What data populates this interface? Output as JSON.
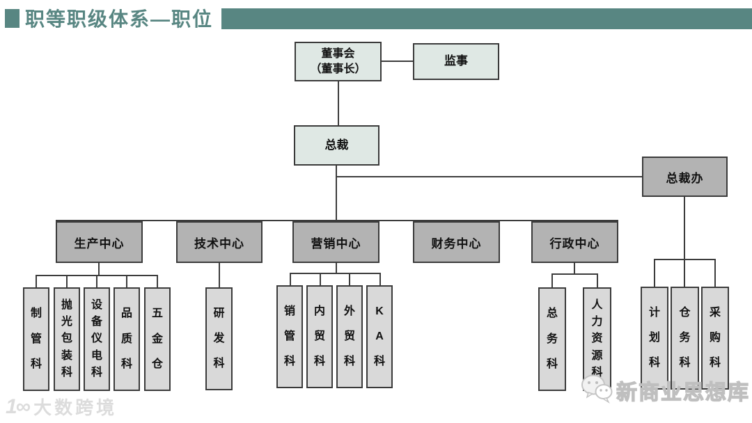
{
  "title": {
    "text": "职等职级体系—职位"
  },
  "colors": {
    "accent": "#588682",
    "tier1_fill": "#dfe8e4",
    "center_fill": "#b3b3b3",
    "dept_fill": "#d9d9d9",
    "line": "#3c3c3c"
  },
  "org": {
    "board": {
      "label": "董事会\n（董事长）"
    },
    "supervisor": {
      "label": "监事"
    },
    "president": {
      "label": "总裁"
    },
    "president_office": {
      "label": "总裁办"
    },
    "centers": {
      "production": "生产中心",
      "technology": "技术中心",
      "marketing": "营销中心",
      "finance": "财务中心",
      "admin": "行政中心"
    },
    "production_depts": [
      "制管科",
      "抛光包装科",
      "设备仪电科",
      "品质科",
      "五金仓"
    ],
    "technology_depts": [
      "研发科"
    ],
    "marketing_depts": [
      "销管科",
      "内贸科",
      "外贸科",
      "KA科"
    ],
    "admin_depts": [
      "总务科",
      "人力资源科"
    ],
    "office_depts": [
      "计划科",
      "仓务科",
      "采购科"
    ]
  },
  "watermarks": {
    "left_logo": "1∞",
    "left_text": "大数跨境",
    "right_icon": "wechat-icon",
    "right_text": "新商业思想库"
  }
}
